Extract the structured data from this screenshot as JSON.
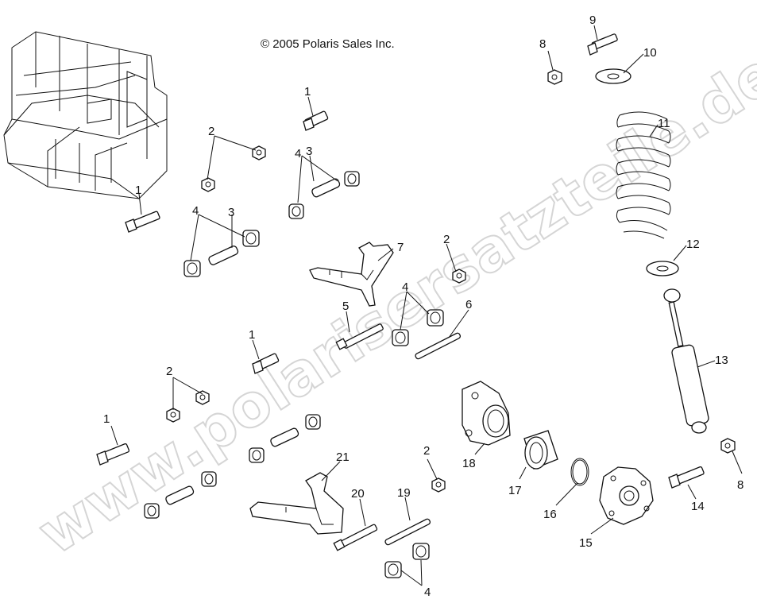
{
  "copyright": "© 2005 Polaris Sales Inc.",
  "watermark": "www.polarisersatzteile.de",
  "callouts": [
    "1",
    "2",
    "3",
    "4",
    "5",
    "6",
    "7",
    "8",
    "9",
    "10",
    "11",
    "12",
    "13",
    "14",
    "15",
    "16",
    "17",
    "18",
    "19",
    "20",
    "21"
  ]
}
